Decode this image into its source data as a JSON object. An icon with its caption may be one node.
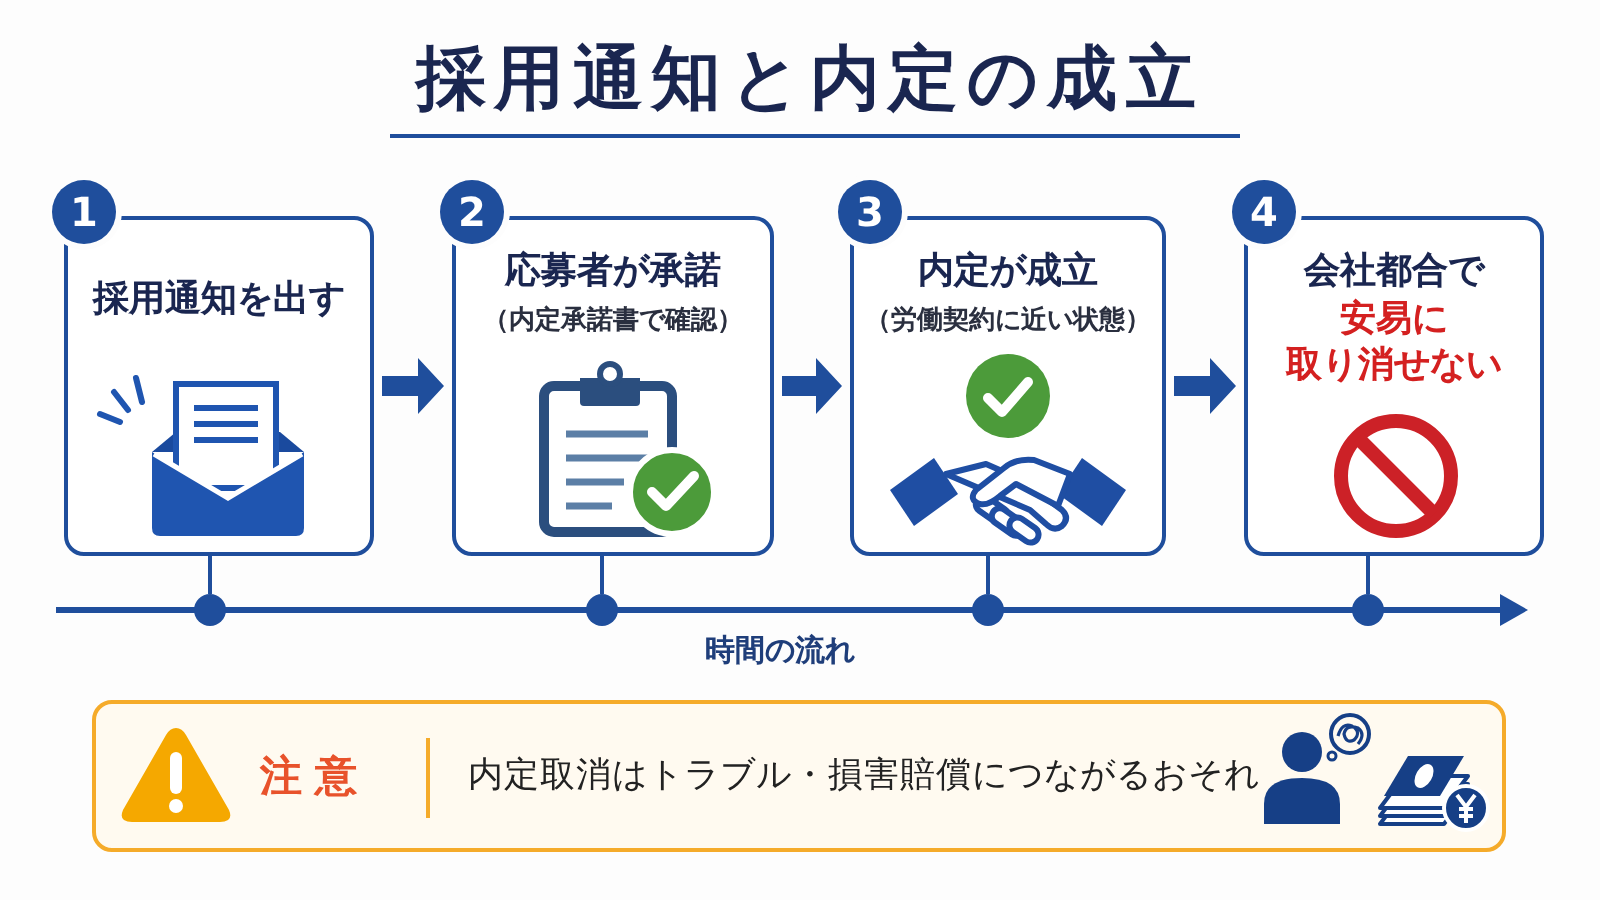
{
  "diagram": {
    "title": "採用通知と内定の成立",
    "nodes": [
      {
        "text": [
          "1",
          "採用通知を出す"
        ]
      },
      {
        "text": [
          "2",
          "応募者が承諾",
          "（内定承諾書で確認）"
        ]
      },
      {
        "text": [
          "3",
          "内定が成立",
          "（労働契約に近い状態）"
        ]
      },
      {
        "text": [
          "4",
          "会社都合で",
          "安易に取り消せない"
        ]
      },
      {
        "text": [],
        "shape": "circle"
      },
      {
        "text": [],
        "shape": "circle"
      },
      {
        "text": [],
        "shape": "circle"
      },
      {
        "text": [],
        "shape": "circle"
      },
      {
        "text": [
          "注意",
          "内定取消はトラブル・損害賠償につながるおそれ"
        ]
      }
    ],
    "edges": [
      {
        "from": 0,
        "to": 1,
        "arrow": "to",
        "style": "thick"
      },
      {
        "from": 1,
        "to": 2,
        "arrow": "to",
        "style": "thick"
      },
      {
        "from": 2,
        "to": 3,
        "arrow": "to",
        "style": "thick"
      },
      {
        "from": 0,
        "to": 4,
        "arrow": "none"
      },
      {
        "from": 1,
        "to": 5,
        "arrow": "none"
      },
      {
        "from": 2,
        "to": 6,
        "arrow": "none"
      },
      {
        "from": 3,
        "to": 7,
        "arrow": "none"
      }
    ],
    "labels": [
      "時間の流れ"
    ]
  }
}
